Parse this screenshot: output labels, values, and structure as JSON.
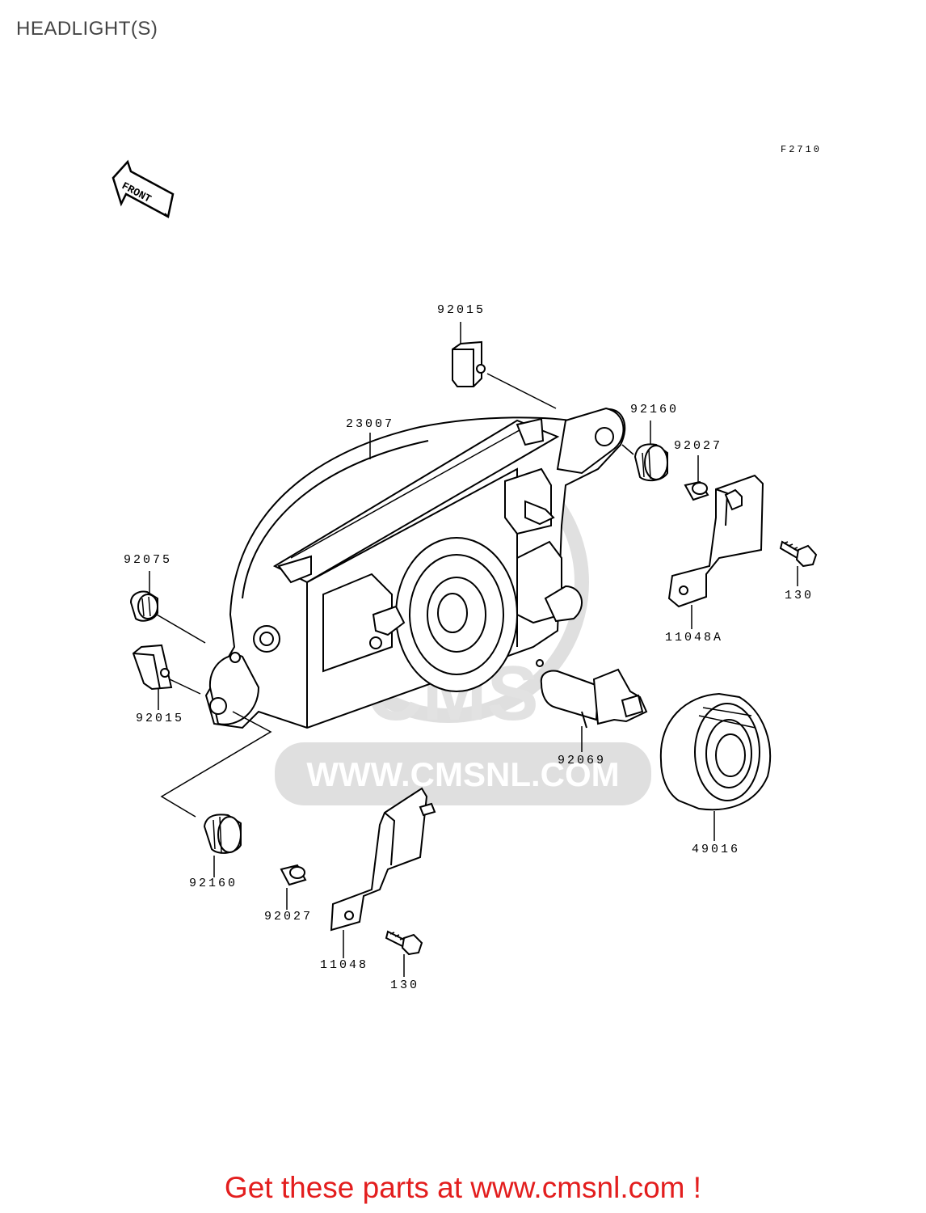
{
  "page": {
    "title": "HEADLIGHT(S)",
    "figure_code": "F2710",
    "front_arrow_label": "FRONT",
    "watermark_text": "WWW.CMSNL.COM",
    "watermark_logo": "CMS",
    "cta_text": "Get these parts at www.cmsnl.com !"
  },
  "parts": [
    {
      "id": "p-92015-top",
      "number": "92015"
    },
    {
      "id": "p-23007",
      "number": "23007"
    },
    {
      "id": "p-92160-top",
      "number": "92160"
    },
    {
      "id": "p-92027-top",
      "number": "92027"
    },
    {
      "id": "p-92075",
      "number": "92075"
    },
    {
      "id": "p-130-right",
      "number": "130"
    },
    {
      "id": "p-11048a",
      "number": "11048A"
    },
    {
      "id": "p-92015-left",
      "number": "92015"
    },
    {
      "id": "p-92069",
      "number": "92069"
    },
    {
      "id": "p-49016",
      "number": "49016"
    },
    {
      "id": "p-92160-bottom",
      "number": "92160"
    },
    {
      "id": "p-92027-bottom",
      "number": "92027"
    },
    {
      "id": "p-11048",
      "number": "11048"
    },
    {
      "id": "p-130-bottom",
      "number": "130"
    }
  ]
}
